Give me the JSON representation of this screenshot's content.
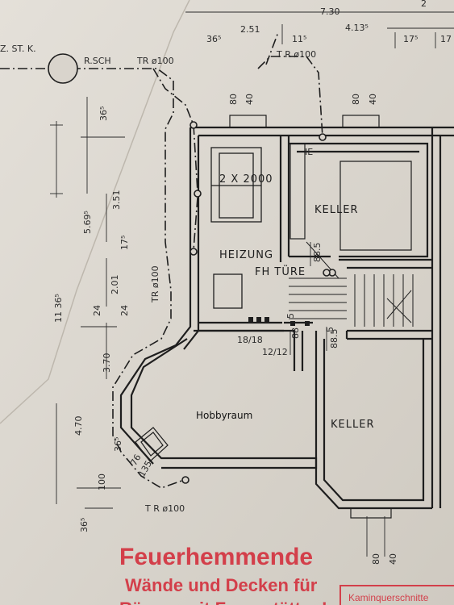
{
  "rooms": {
    "keller_top": "KELLER",
    "keller_bottom": "KELLER",
    "heizung": "HEIZUNG",
    "hobbyraum": "Hobbyraum",
    "boiler": "2 X 2000",
    "fh_tuere": "FH TÜRE"
  },
  "labels": {
    "zstk": "Z. ST. K.",
    "rsch": "R.SCH",
    "tr_top_left": "TR ø100",
    "tr_top_right": "T R  ø100",
    "tr_vertical": "TR ø100",
    "tr_bottom": "T R ø100",
    "vent_left": "18/18",
    "vent_right": "12/12",
    "lv_top": "IE"
  },
  "dimensions": {
    "d730": "7.30",
    "d4135": "4.13⁵",
    "d251": "2.51",
    "d365_top": "36⁵",
    "d115": "11⁵",
    "d175_top": "17⁵",
    "d17_top": "17",
    "d2_top": "2",
    "d80_a": "80",
    "d40_a": "40",
    "d80_b": "80",
    "d40_b": "40",
    "d365_left": "36⁵",
    "d569": "5.69⁵",
    "d351": "3.51",
    "d175_left": "17⁵",
    "d201": "2.01",
    "d1136": "11 36⁵",
    "d24_a": "24",
    "d24_b": "24",
    "d370": "3.70",
    "d470": "4.70",
    "d365_bl": "36⁵",
    "d100": "100",
    "d76": "76",
    "d135": "135",
    "d365_bottom": "36⁵",
    "d885": "88.5",
    "d5_a": "5",
    "d5_b": "5",
    "d88": "88",
    "d885_b": "88.5",
    "d80_bottom": "80",
    "d40_bottom": "40"
  },
  "stamp": {
    "line1": "Feuerhemmende",
    "line2": "Wände und Decken für",
    "line3": "Räume mit Feuerstätten!"
  },
  "stamp_box": "Kaminquerschnitte",
  "colors": {
    "paper": "#d9d4cc",
    "ink": "#1e1e1e",
    "stamp_red": "#d33f4a"
  }
}
